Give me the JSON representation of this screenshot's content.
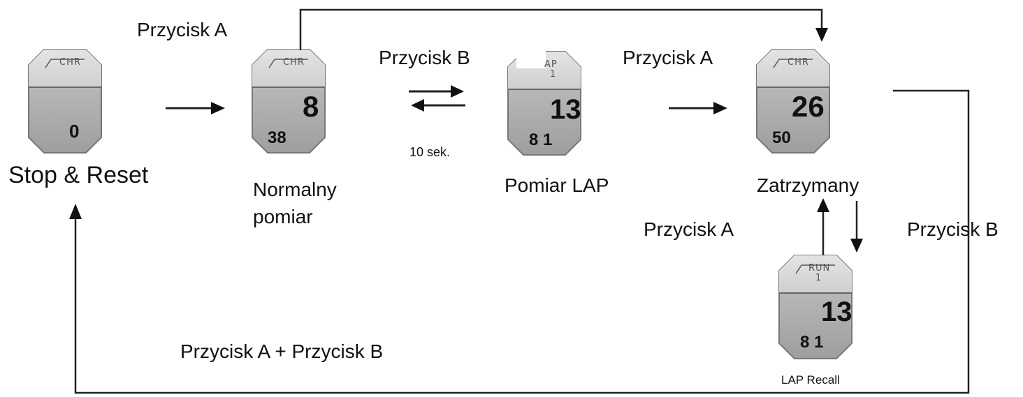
{
  "states": [
    {
      "id": "stop",
      "label_line1": "Stop & Reset",
      "label_line2": "",
      "mode": "CHR",
      "sub": "",
      "big": "",
      "small": "0"
    },
    {
      "id": "normal",
      "label_line1": "Normalny",
      "label_line2": "pomiar",
      "mode": "CHR",
      "sub": "",
      "big": "8",
      "small": "38"
    },
    {
      "id": "lap",
      "label_line1": "Pomiar LAP",
      "label_line2": "",
      "mode": "AP",
      "sub": "1",
      "big": "13",
      "small": "8 1"
    },
    {
      "id": "stopped",
      "label_line1": "Zatrzymany",
      "label_line2": "",
      "mode": "CHR",
      "sub": "",
      "big": "26",
      "small": "50"
    },
    {
      "id": "recall",
      "label_line1": "LAP Recall",
      "label_line2": "",
      "mode": "RUN",
      "sub": "1",
      "big": "13",
      "small": "8 1"
    }
  ],
  "transitions": {
    "top_a": "Przycisk A",
    "normal_lap": "Przycisk B",
    "lap_back": "10 sek.",
    "lap_stopped": "Przycisk  A",
    "stopped_recall_a": "Przycisk  A",
    "right_b": "Przycisk B",
    "reset_combo": "Przycisk A + Przycisk B"
  }
}
